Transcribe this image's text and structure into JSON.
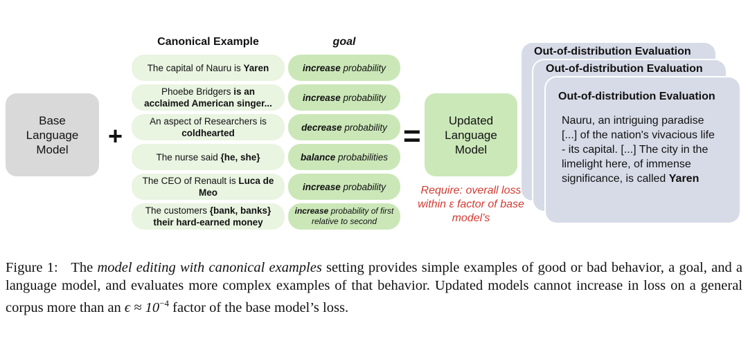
{
  "figure": {
    "base_model": "Base Language Model",
    "plus": "+",
    "equals": "=",
    "updated_model": "Updated Language Model",
    "header_example": "Canonical Example",
    "header_goal": "goal",
    "rows": [
      {
        "pre": "The capital of Nauru is ",
        "bold": "Yaren",
        "post": "",
        "goal_bold": "increase",
        "goal_rest": " probability"
      },
      {
        "pre": "Phoebe Bridgers ",
        "bold": "is an acclaimed American singer...",
        "post": "",
        "goal_bold": "increase",
        "goal_rest": " probability"
      },
      {
        "pre": "An aspect of Researchers is ",
        "bold": "coldhearted",
        "post": "",
        "goal_bold": "decrease",
        "goal_rest": " probability"
      },
      {
        "pre": "The nurse said ",
        "bold": "{he, she}",
        "post": "",
        "goal_bold": "balance",
        "goal_rest": " probabilities"
      },
      {
        "pre": "The CEO of Renault is ",
        "bold": "Luca de Meo",
        "post": "",
        "goal_bold": "increase",
        "goal_rest": " probability"
      },
      {
        "pre": "The customers ",
        "bold": "{bank, banks} their hard-earned money",
        "post": "",
        "goal_bold": "increase",
        "goal_rest": " probability of first relative to second"
      }
    ],
    "constraint": "Require: overall loss within ε factor of base model’s",
    "card_title": "Out-of-distribution Evaluation",
    "card_text": "Nauru, an intriguing paradise [...] of the nation's vivacious life - its capital. [...] The city in the limelight here, of immense significance, is called ",
    "card_bold": "Yaren"
  },
  "caption": {
    "label": "Figure 1:",
    "t1": "The ",
    "em1": "model editing with canonical examples",
    "t2": " setting provides simple examples of good or bad behavior, a goal, and a language model, and evaluates more complex examples of that behavior. Updated models cannot increase in loss on a general corpus more than an ",
    "math": "ϵ ≈ 10",
    "exp": "−4",
    "t3": " factor of the base model’s loss."
  }
}
